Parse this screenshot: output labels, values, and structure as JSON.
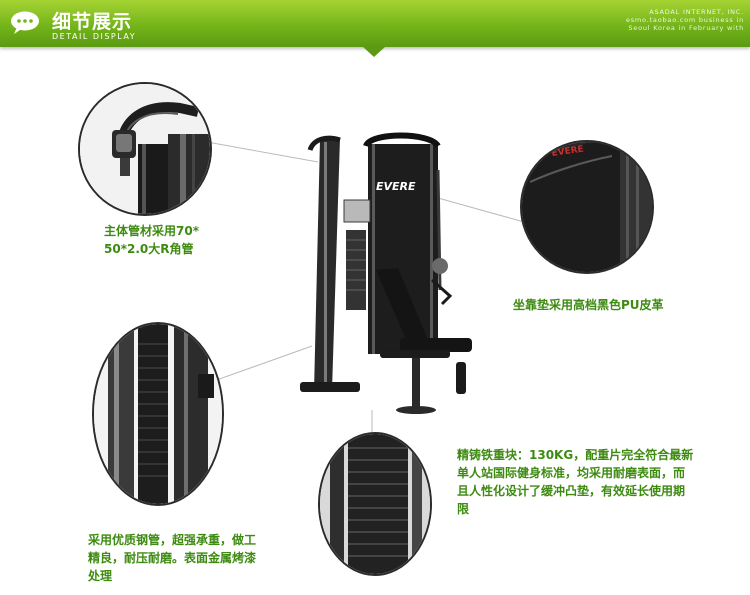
{
  "header": {
    "title": "细节展示",
    "subtitle": "DETAIL DISPLAY",
    "watermark_lines": [
      "ASADAL INTERNET, INC.",
      "esmo.taobao.com business in",
      "Seoul Korea in February  with"
    ],
    "icon": "chat-bubble-icon"
  },
  "callouts": {
    "tube": {
      "lines": [
        "主体管材采用70*",
        "50*2.0大R角管"
      ]
    },
    "seat": {
      "lines": [
        "坐靠垫采用高档黑色PU皮革"
      ]
    },
    "weights": {
      "lines": [
        "精铸铁重块：130KG，配重片完全符合最新",
        "单人站国际健身标准，均采用耐磨表面，而",
        "且人性化设计了缓冲凸垫，有效延长使用期",
        "限"
      ]
    },
    "steel": {
      "lines": [
        "采用优质钢管，超强承重，做工",
        "精良，耐压耐磨。表面金属烤漆",
        "处理"
      ]
    }
  },
  "brand": {
    "logo_text": "EVERE",
    "seat_logo_text": "EVERE"
  },
  "colors": {
    "banner_green": "#74b51a",
    "caption_green": "#3e8b12",
    "frame_black": "#1c1c1c"
  }
}
